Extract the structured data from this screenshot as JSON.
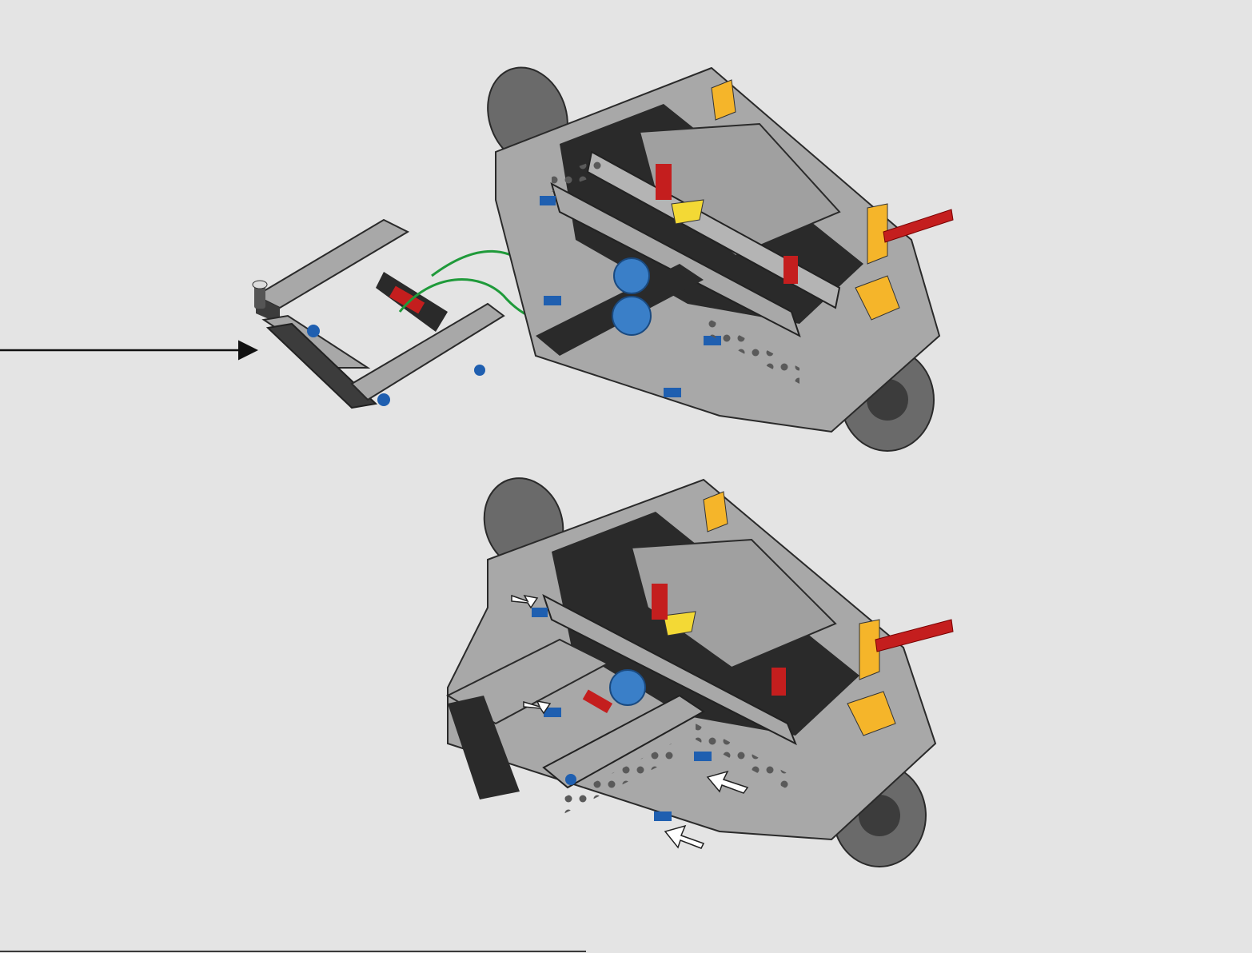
{
  "page": {
    "background": "#e4e4e4"
  },
  "colors": {
    "beam_light": "#a8a8a8",
    "beam_dark": "#3c3c3c",
    "frame_black": "#2a2a2a",
    "pin_blue": "#1f5fb0",
    "gear_blue": "#3a7fc8",
    "axle_red": "#c41e1e",
    "bracket_yellow": "#f5b52a",
    "rotor_grey": "#6a6a6a",
    "connector_green": "#1f9a3a",
    "callout_arrow": "#111111"
  },
  "steps": [
    {
      "name": "subassembly-attach",
      "icons": [
        "beam-frame-subassembly",
        "chassis-assembly",
        "green-guide-arrows",
        "callout-arrow"
      ]
    },
    {
      "name": "assembled-result",
      "icons": [
        "chassis-assembly",
        "white-push-arrows"
      ]
    }
  ]
}
